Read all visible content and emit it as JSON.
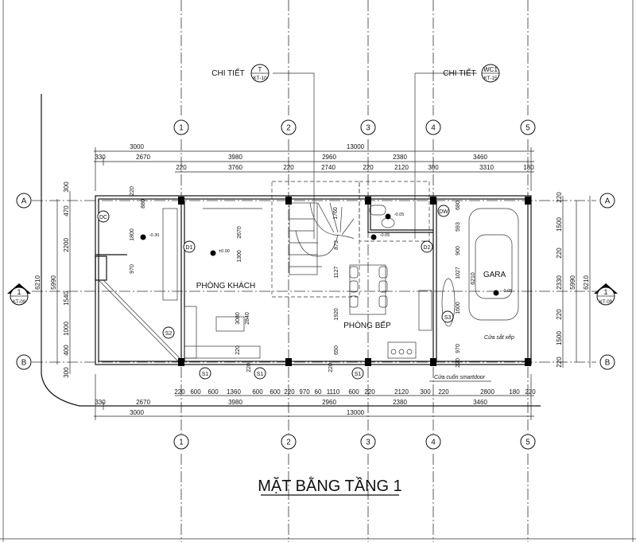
{
  "title": "MẶT BẰNG TẦNG 1",
  "grid": {
    "columns": [
      "1",
      "2",
      "3",
      "4",
      "5"
    ],
    "rows": [
      "A",
      "B"
    ]
  },
  "callouts": {
    "detail_stair": {
      "label": "CHI TIẾT",
      "top": "T",
      "bottom": "KT-10"
    },
    "detail_wc": {
      "label": "CHI TIẾT",
      "top": "WC1",
      "bottom": "KT-15"
    },
    "section_left": {
      "top": "1",
      "bottom": "KT-09"
    },
    "section_right": {
      "top": "1",
      "bottom": "KT-09"
    }
  },
  "rooms": {
    "living": "PHÒNG KHÁCH",
    "kitchen": "PHÒNG BẾP",
    "garage": "GARA",
    "folding_gate": "Cửa sắt xếp",
    "roller_door": "Cửa cuốn smartdoor"
  },
  "tags": [
    "DC",
    "D1",
    "D2",
    "DW",
    "S1",
    "S1",
    "S1",
    "S2",
    "S3"
  ],
  "levels": [
    "-0.30",
    "±0.00",
    "-0.05",
    "-0.05",
    "-0.05"
  ],
  "dimensions": {
    "top_overall": [
      "3000",
      "13000"
    ],
    "top_axes": [
      "330",
      "2670",
      "3980",
      "2960",
      "2380",
      "3460"
    ],
    "top_walls": [
      "220",
      "3760",
      "220",
      "2740",
      "220",
      "2120",
      "300",
      "3310",
      "180"
    ],
    "bottom_walls": [
      "220",
      "600",
      "600",
      "1360",
      "600",
      "600",
      "220",
      "970",
      "60",
      "1110",
      "600",
      "220",
      "2120",
      "300",
      "220",
      "2800",
      "180",
      "220"
    ],
    "bottom_axes": [
      "330",
      "2670",
      "3980",
      "2960",
      "2380",
      "3460"
    ],
    "bottom_overall": [
      "3000",
      "13000"
    ],
    "left_detail": [
      "300",
      "470",
      "2200",
      "1540",
      "1000",
      "400",
      "300"
    ],
    "left_axes": "5990",
    "left_overall": "6210",
    "right_detail": [
      "220",
      "1500",
      "220",
      "2330",
      "220",
      "1500",
      "220"
    ],
    "right_axes": "5990",
    "right_overall": "6210",
    "interior": [
      "220",
      "880",
      "1800",
      "970",
      "2670",
      "1300",
      "3080",
      "2840",
      "220",
      "1760",
      "873",
      "1127",
      "1920",
      "650",
      "220",
      "680",
      "593",
      "900",
      "1027",
      "1600",
      "970",
      "220",
      "6210",
      "220"
    ]
  },
  "colors": {
    "line": "#111111",
    "background": "#ffffff"
  }
}
